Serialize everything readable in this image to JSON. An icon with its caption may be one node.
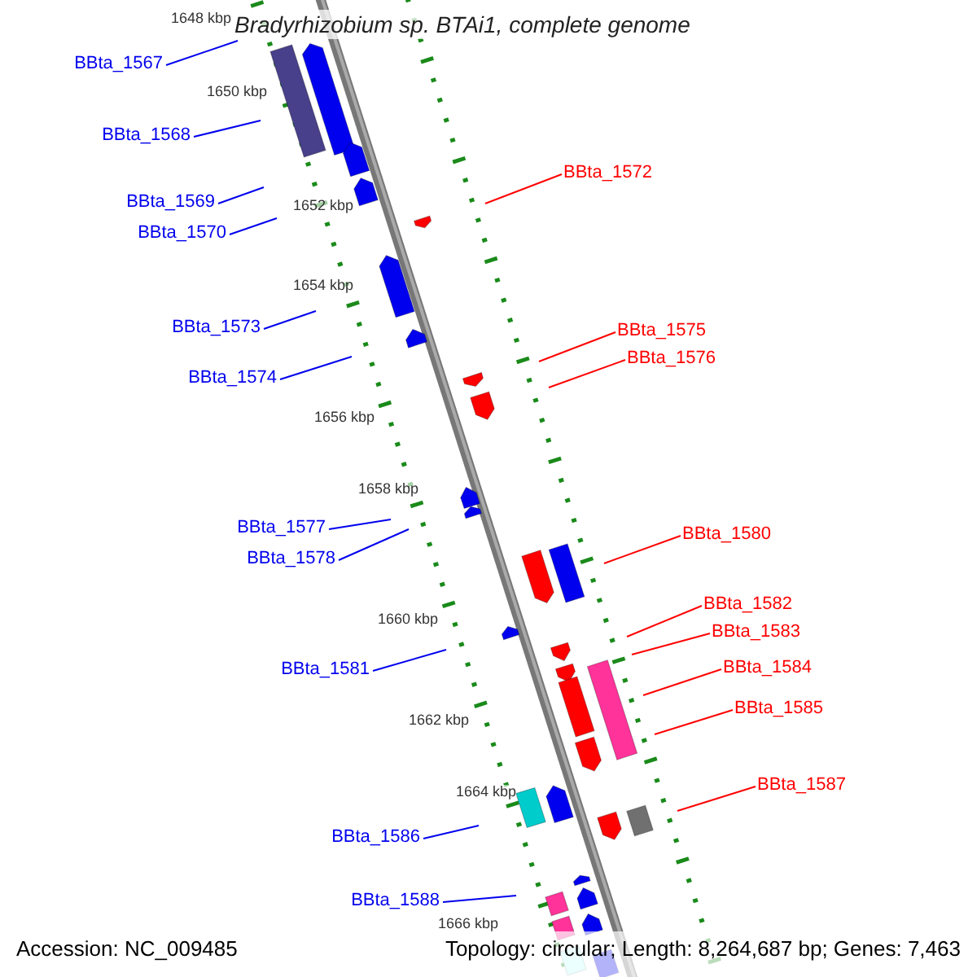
{
  "diagram": {
    "title": "Bradyrhizobium sp. BTAi1, complete genome",
    "nodes": [
      {
        "text": [
          "BBta_1567"
        ]
      },
      {
        "text": [
          "BBta_1568"
        ]
      },
      {
        "text": [
          "BBta_1572"
        ]
      },
      {
        "text": [
          "BBta_1569"
        ]
      },
      {
        "text": [
          "BBta_1570"
        ]
      },
      {
        "text": [
          "BBta_1573"
        ]
      },
      {
        "text": [
          "BBta_1575"
        ]
      },
      {
        "text": [
          "BBta_1576"
        ]
      },
      {
        "text": [
          "BBta_1574"
        ]
      },
      {
        "text": [
          "BBta_1577"
        ]
      },
      {
        "text": [
          "BBta_1580"
        ]
      },
      {
        "text": [
          "BBta_1578"
        ]
      },
      {
        "text": [
          "BBta_1582"
        ]
      },
      {
        "text": [
          "BBta_1583"
        ]
      },
      {
        "text": [
          "BBta_1581"
        ]
      },
      {
        "text": [
          "BBta_1584"
        ]
      },
      {
        "text": [
          "BBta_1585"
        ]
      },
      {
        "text": [
          "BBta_1587"
        ]
      },
      {
        "text": [
          "BBta_1586"
        ]
      },
      {
        "text": [
          "BBta_1588"
        ]
      }
    ],
    "edges": [
      {
        "from": 0,
        "to": null,
        "arrow": "none"
      },
      {
        "from": 1,
        "to": null,
        "arrow": "none"
      },
      {
        "from": 2,
        "to": null,
        "arrow": "none",
        "color": "#ff0000"
      },
      {
        "from": 3,
        "to": null,
        "arrow": "none"
      },
      {
        "from": 4,
        "to": null,
        "arrow": "none"
      },
      {
        "from": 5,
        "to": null,
        "arrow": "none"
      },
      {
        "from": 6,
        "to": null,
        "arrow": "none",
        "color": "#ff0000"
      },
      {
        "from": 7,
        "to": null,
        "arrow": "none",
        "color": "#ff0000"
      },
      {
        "from": 8,
        "to": null,
        "arrow": "none"
      },
      {
        "from": 9,
        "to": null,
        "arrow": "none"
      },
      {
        "from": 10,
        "to": null,
        "arrow": "none",
        "color": "#ff0000"
      },
      {
        "from": 11,
        "to": null,
        "arrow": "none"
      },
      {
        "from": 12,
        "to": null,
        "arrow": "none",
        "color": "#ff0000"
      },
      {
        "from": 13,
        "to": null,
        "arrow": "none",
        "color": "#ff0000"
      },
      {
        "from": 14,
        "to": null,
        "arrow": "none"
      },
      {
        "from": 15,
        "to": null,
        "arrow": "none",
        "color": "#ff0000"
      },
      {
        "from": 16,
        "to": null,
        "arrow": "none",
        "color": "#ff0000"
      },
      {
        "from": 17,
        "to": null,
        "arrow": "none",
        "color": "#ff0000"
      },
      {
        "from": 18,
        "to": null,
        "arrow": "none"
      },
      {
        "from": 19,
        "to": null,
        "arrow": "none"
      }
    ],
    "labels": [
      "1648 kbp",
      "1650 kbp",
      "1652 kbp",
      "1654 kbp",
      "1656 kbp",
      "1658 kbp",
      "1660 kbp",
      "1662 kbp",
      "1664 kbp",
      "1666 kbp",
      "Accession: NC_009485",
      "Topology: circular; Length: 8,264,687 bp; Genes: 7,463"
    ]
  }
}
